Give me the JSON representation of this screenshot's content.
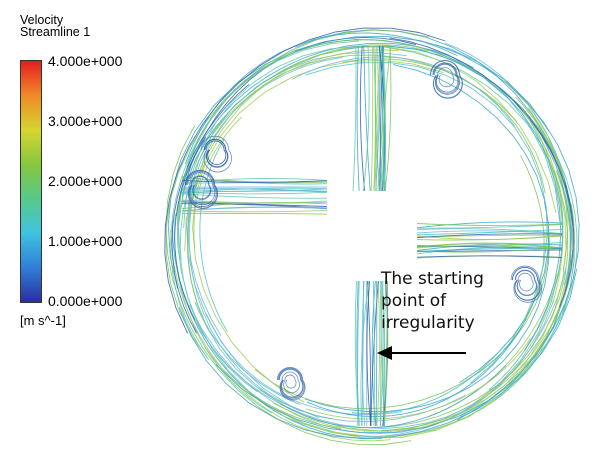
{
  "legend": {
    "title": [
      "Velocity",
      "Streamline 1"
    ],
    "ticks": [
      {
        "label": "4.000e+000",
        "value": 4
      },
      {
        "label": "3.000e+000",
        "value": 3
      },
      {
        "label": "2.000e+000",
        "value": 2
      },
      {
        "label": "1.000e+000",
        "value": 1
      },
      {
        "label": "0.000e+000",
        "value": 0
      }
    ],
    "units": "[m s^-1]",
    "range": [
      0,
      4
    ],
    "colormap": [
      "#2b2f9e",
      "#2f7fd8",
      "#3fc3e0",
      "#58c98a",
      "#86c83d",
      "#d6d52f",
      "#f08a28",
      "#e31e1e"
    ]
  },
  "annotation": {
    "lines": [
      "The starting",
      "point of",
      "irregularity"
    ]
  },
  "colors": {
    "streamline_teal": "#4fc0c9",
    "streamline_green": "#7cc35a",
    "streamline_blue": "#2f5fae",
    "arrow": "#000000"
  }
}
